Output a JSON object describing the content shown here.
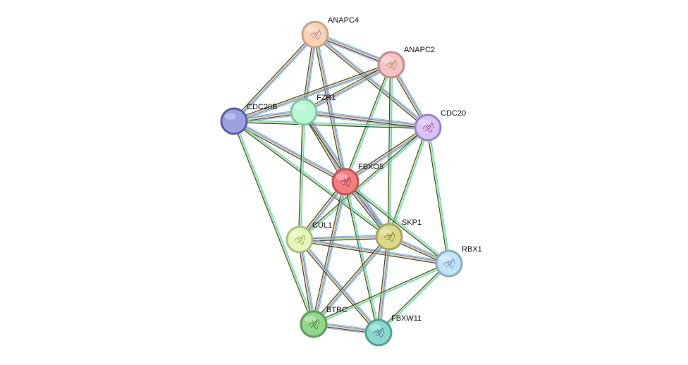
{
  "network": {
    "nodes": [
      {
        "id": "ANAPC4",
        "label": "ANAPC4",
        "color": "#f9d2b4",
        "stroke": "#c9a489",
        "glyph": "#b07a9c"
      },
      {
        "id": "ANAPC2",
        "label": "ANAPC2",
        "color": "#f7c2c4",
        "stroke": "#c48d90",
        "glyph": "#9a8a3a"
      },
      {
        "id": "CDC20B",
        "label": "CDC20B",
        "color": "#9aa0e0",
        "stroke": "#5a60a8",
        "glyph": ""
      },
      {
        "id": "FZR1",
        "label": "FZR1",
        "color": "#b8f7d4",
        "stroke": "#7ec79e",
        "glyph": ""
      },
      {
        "id": "CDC20",
        "label": "CDC20",
        "color": "#d8c2f7",
        "stroke": "#9a86c4",
        "glyph": "#b03a8a"
      },
      {
        "id": "FBXO5",
        "label": "FBXO5",
        "color": "#f47f7f",
        "stroke": "#c45252",
        "glyph": "#8a2a5a"
      },
      {
        "id": "CUL1",
        "label": "CUL1",
        "color": "#e4f7b8",
        "stroke": "#a8c27e",
        "glyph": "#9a9a2a"
      },
      {
        "id": "SKP1",
        "label": "SKP1",
        "color": "#dcd88a",
        "stroke": "#a8a458",
        "glyph": "#7a6a1a"
      },
      {
        "id": "RBX1",
        "label": "RBX1",
        "color": "#c2e4f7",
        "stroke": "#86aec4",
        "glyph": "#5a7aaa"
      },
      {
        "id": "BTRC",
        "label": "BTRC",
        "color": "#92d88a",
        "stroke": "#5aa052",
        "glyph": "#3a6a2a"
      },
      {
        "id": "FBXW11",
        "label": "FBXW11",
        "color": "#8ad8cc",
        "stroke": "#52a096",
        "glyph": "#2a6a8a"
      }
    ],
    "edges": [
      {
        "source": "ANAPC4",
        "target": "ANAPC2",
        "types": [
          "curated",
          "experimental",
          "textmining",
          "coexpression",
          "homology"
        ]
      },
      {
        "source": "ANAPC4",
        "target": "CDC20B",
        "types": [
          "curated",
          "experimental",
          "textmining",
          "coexpression"
        ]
      },
      {
        "source": "ANAPC4",
        "target": "FZR1",
        "types": [
          "curated",
          "experimental",
          "textmining",
          "coexpression"
        ]
      },
      {
        "source": "ANAPC4",
        "target": "CDC20",
        "types": [
          "curated",
          "experimental",
          "textmining",
          "coexpression"
        ]
      },
      {
        "source": "ANAPC4",
        "target": "FBXO5",
        "types": [
          "curated",
          "experimental",
          "textmining",
          "coexpression"
        ]
      },
      {
        "source": "ANAPC2",
        "target": "CDC20B",
        "types": [
          "curated",
          "experimental",
          "textmining",
          "coexpression"
        ]
      },
      {
        "source": "ANAPC2",
        "target": "FZR1",
        "types": [
          "curated",
          "experimental",
          "textmining",
          "coexpression"
        ]
      },
      {
        "source": "ANAPC2",
        "target": "CDC20",
        "types": [
          "curated",
          "experimental",
          "textmining",
          "coexpression"
        ]
      },
      {
        "source": "ANAPC2",
        "target": "FBXO5",
        "types": [
          "curated",
          "textmining",
          "coexpression"
        ]
      },
      {
        "source": "ANAPC2",
        "target": "SKP1",
        "types": [
          "curated",
          "textmining",
          "coexpression"
        ]
      },
      {
        "source": "CDC20B",
        "target": "FZR1",
        "types": [
          "curated",
          "experimental",
          "textmining",
          "coexpression",
          "homology"
        ]
      },
      {
        "source": "CDC20B",
        "target": "CDC20",
        "types": [
          "curated",
          "textmining",
          "coexpression"
        ]
      },
      {
        "source": "CDC20B",
        "target": "FBXO5",
        "types": [
          "curated",
          "experimental",
          "textmining",
          "coexpression"
        ]
      },
      {
        "source": "CDC20B",
        "target": "SKP1",
        "types": [
          "curated",
          "textmining",
          "coexpression"
        ]
      },
      {
        "source": "CDC20B",
        "target": "BTRC",
        "types": [
          "curated",
          "textmining",
          "coexpression"
        ]
      },
      {
        "source": "FZR1",
        "target": "CDC20",
        "types": [
          "curated",
          "experimental",
          "textmining",
          "coexpression",
          "homology"
        ]
      },
      {
        "source": "FZR1",
        "target": "FBXO5",
        "types": [
          "curated",
          "experimental",
          "textmining",
          "coexpression"
        ]
      },
      {
        "source": "FZR1",
        "target": "CUL1",
        "types": [
          "curated",
          "textmining",
          "coexpression"
        ]
      },
      {
        "source": "FZR1",
        "target": "SKP1",
        "types": [
          "curated",
          "experimental",
          "textmining",
          "coexpression"
        ]
      },
      {
        "source": "CDC20",
        "target": "FBXO5",
        "types": [
          "curated",
          "experimental",
          "textmining",
          "coexpression"
        ]
      },
      {
        "source": "CDC20",
        "target": "CUL1",
        "types": [
          "curated",
          "textmining",
          "coexpression"
        ]
      },
      {
        "source": "CDC20",
        "target": "SKP1",
        "types": [
          "curated",
          "textmining",
          "coexpression"
        ]
      },
      {
        "source": "CDC20",
        "target": "RBX1",
        "types": [
          "curated",
          "textmining",
          "coexpression"
        ]
      },
      {
        "source": "FBXO5",
        "target": "CUL1",
        "types": [
          "curated",
          "experimental",
          "textmining",
          "coexpression"
        ]
      },
      {
        "source": "FBXO5",
        "target": "SKP1",
        "types": [
          "curated",
          "experimental",
          "textmining",
          "coexpression"
        ]
      },
      {
        "source": "FBXO5",
        "target": "RBX1",
        "types": [
          "database",
          "textmining",
          "coexpression"
        ]
      },
      {
        "source": "FBXO5",
        "target": "BTRC",
        "types": [
          "curated",
          "experimental",
          "textmining",
          "coexpression"
        ]
      },
      {
        "source": "FBXO5",
        "target": "FBXW11",
        "types": [
          "curated",
          "textmining",
          "coexpression"
        ]
      },
      {
        "source": "CUL1",
        "target": "SKP1",
        "types": [
          "curated",
          "experimental",
          "textmining",
          "coexpression"
        ]
      },
      {
        "source": "CUL1",
        "target": "RBX1",
        "types": [
          "curated",
          "experimental",
          "textmining",
          "coexpression"
        ]
      },
      {
        "source": "CUL1",
        "target": "BTRC",
        "types": [
          "curated",
          "experimental",
          "textmining",
          "coexpression"
        ]
      },
      {
        "source": "CUL1",
        "target": "FBXW11",
        "types": [
          "curated",
          "experimental",
          "textmining",
          "coexpression"
        ]
      },
      {
        "source": "SKP1",
        "target": "RBX1",
        "types": [
          "curated",
          "experimental",
          "textmining",
          "coexpression"
        ]
      },
      {
        "source": "SKP1",
        "target": "BTRC",
        "types": [
          "curated",
          "experimental",
          "textmining",
          "coexpression"
        ]
      },
      {
        "source": "SKP1",
        "target": "FBXW11",
        "types": [
          "curated",
          "experimental",
          "textmining",
          "coexpression"
        ]
      },
      {
        "source": "RBX1",
        "target": "BTRC",
        "types": [
          "curated",
          "textmining",
          "coexpression"
        ]
      },
      {
        "source": "RBX1",
        "target": "FBXW11",
        "types": [
          "curated",
          "textmining",
          "coexpression"
        ]
      },
      {
        "source": "BTRC",
        "target": "FBXW11",
        "types": [
          "curated",
          "experimental",
          "textmining",
          "coexpression",
          "homology"
        ]
      }
    ],
    "edge_colors": {
      "curated": "#2bcfe0",
      "experimental": "#d041d6",
      "database": "#2bcfe0",
      "textmining": "#b8e036",
      "coexpression": "#2e2e2e",
      "homology": "#9a9ae6"
    }
  }
}
